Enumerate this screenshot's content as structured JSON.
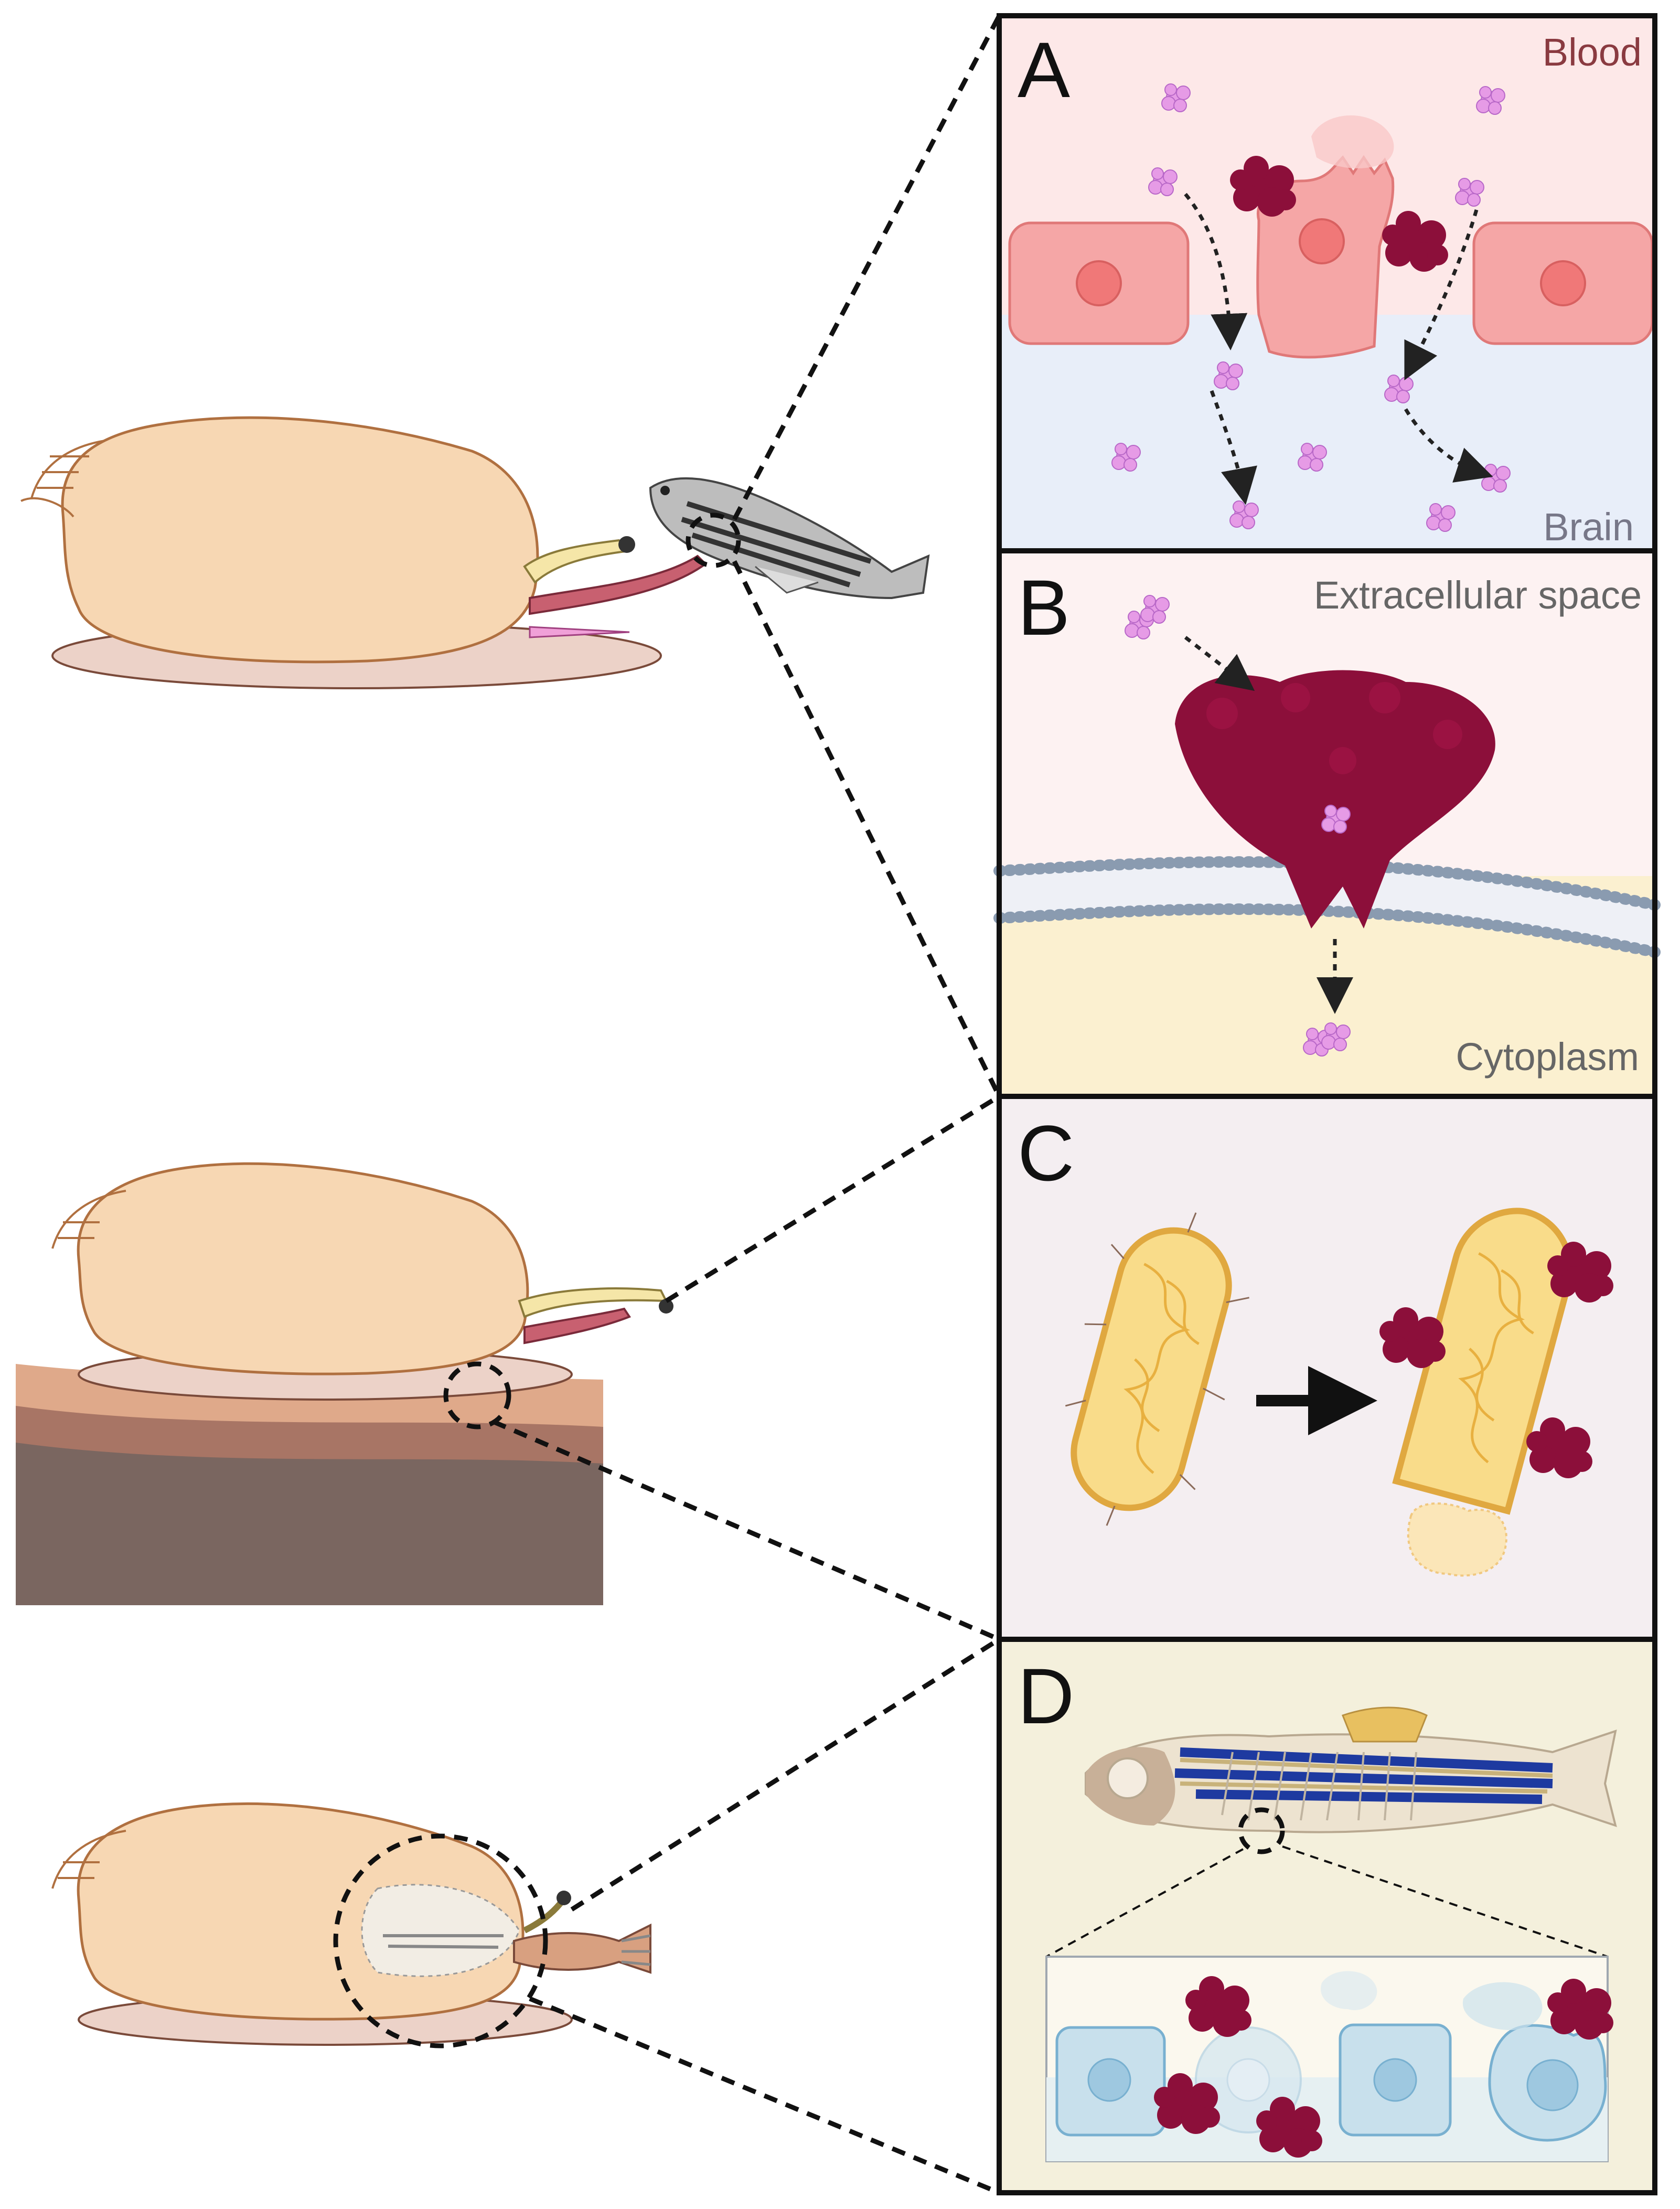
{
  "panels": {
    "a": {
      "letter": "A",
      "top_label": "Blood",
      "bottom_label": "Brain",
      "colors": {
        "top_bg": "#fde8e8",
        "bottom_bg": "#e8eef9"
      }
    },
    "b": {
      "letter": "B",
      "top_label": "Extracellular space",
      "bottom_label": "Cytoplasm",
      "colors": {
        "top_bg": "#fdf2f2",
        "bottom_bg": "#fbf0d0"
      }
    },
    "c": {
      "letter": "C",
      "colors": {
        "bg": "#f4eef1"
      }
    },
    "d": {
      "letter": "D",
      "colors": {
        "bg": "#f4f0dc"
      }
    }
  },
  "colors": {
    "toxin_dark": "#8c0f3a",
    "peptide_pink": "#e69be6",
    "shell": "#f7d7b3",
    "shell_edge": "#b07040",
    "foot": "#ecd2c8",
    "proboscis": "#c86070",
    "cell_pink": "#f5a6a6",
    "bacterium": "#f9dc8a",
    "membrane_head": "#8a9bb0"
  }
}
